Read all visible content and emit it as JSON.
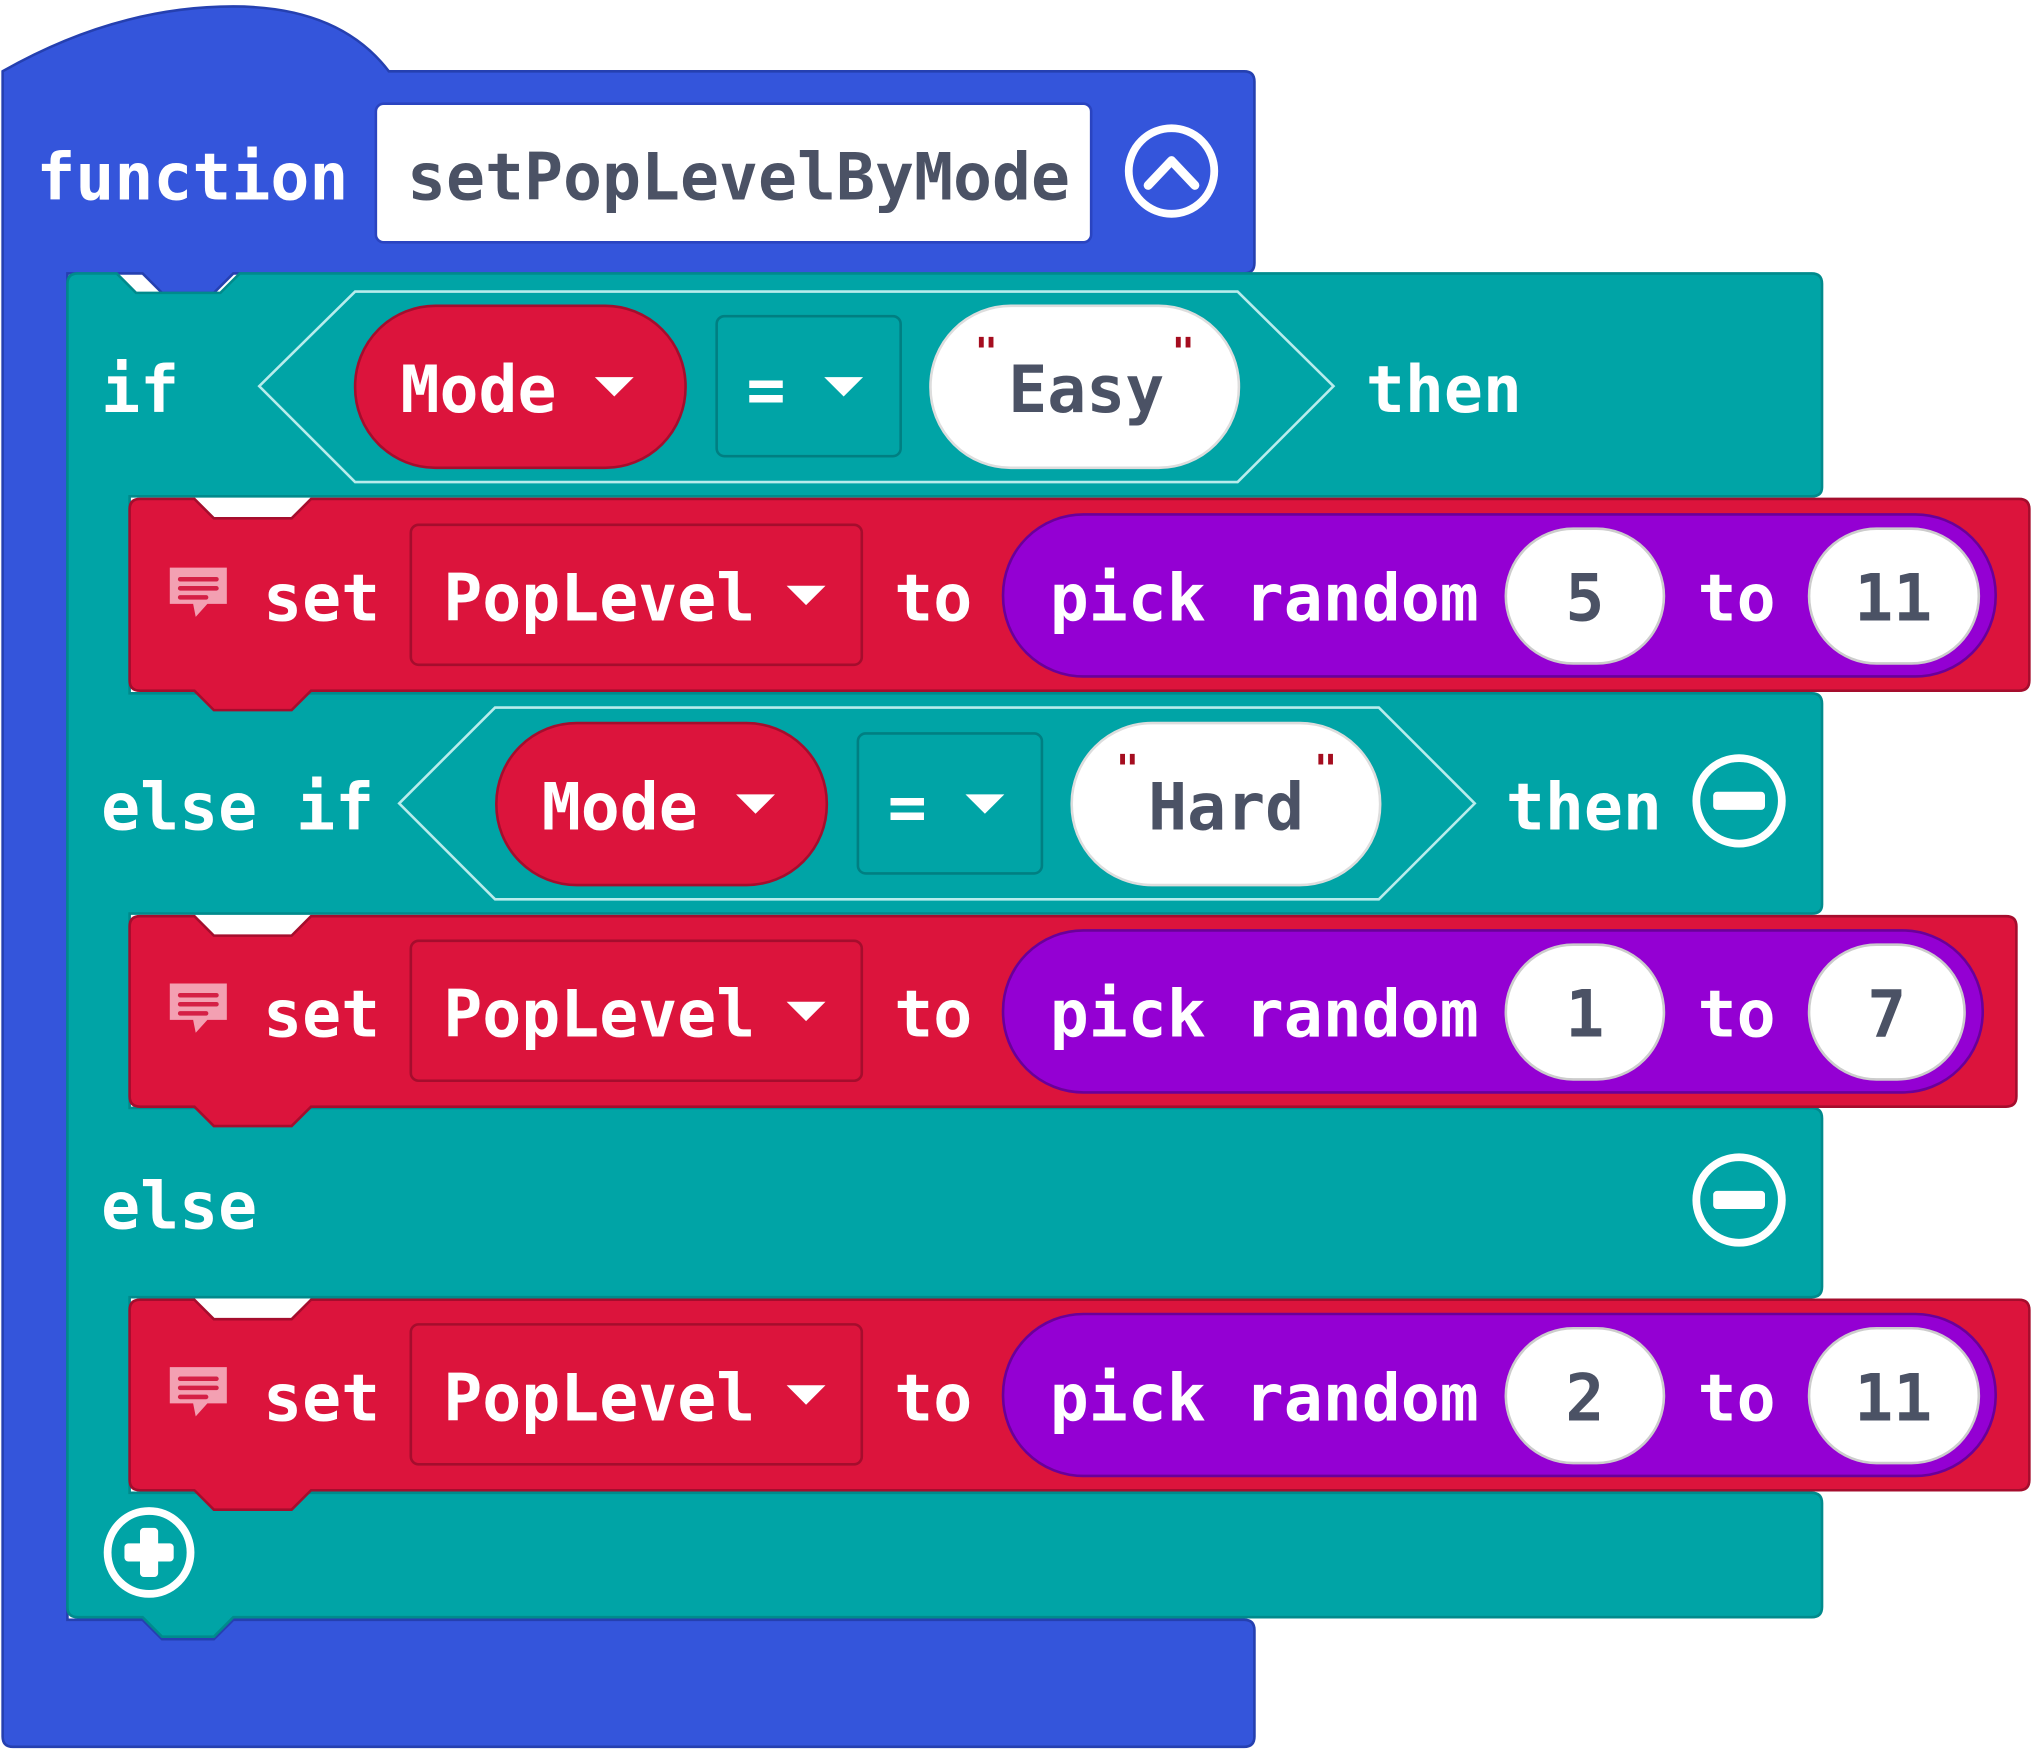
{
  "colors": {
    "functions": "#3455db",
    "logic": "#00a4a6",
    "variables": "#dc143c",
    "math": "#9400d3"
  },
  "function_block": {
    "keyword": "function",
    "name": "setPopLevelByMode",
    "collapse_icon": "chevron-up-circle-icon"
  },
  "if_block": {
    "if_keyword": "if",
    "else_if_keyword": "else if",
    "else_keyword": "else",
    "then_keyword": "then",
    "remove_icon": "minus-circle-icon",
    "add_icon": "plus-circle-icon",
    "conditions": [
      {
        "variable": "Mode",
        "operator": "=",
        "value": "Easy"
      },
      {
        "variable": "Mode",
        "operator": "=",
        "value": "Hard"
      }
    ],
    "branches": [
      {
        "set_keyword": "set",
        "variable": "PopLevel",
        "to_keyword": "to",
        "fn": "pick random",
        "from": "5",
        "range_to": "to",
        "to": "11"
      },
      {
        "set_keyword": "set",
        "variable": "PopLevel",
        "to_keyword": "to",
        "fn": "pick random",
        "from": "1",
        "range_to": "to",
        "to": "7"
      },
      {
        "set_keyword": "set",
        "variable": "PopLevel",
        "to_keyword": "to",
        "fn": "pick random",
        "from": "2",
        "range_to": "to",
        "to": "11"
      }
    ]
  }
}
